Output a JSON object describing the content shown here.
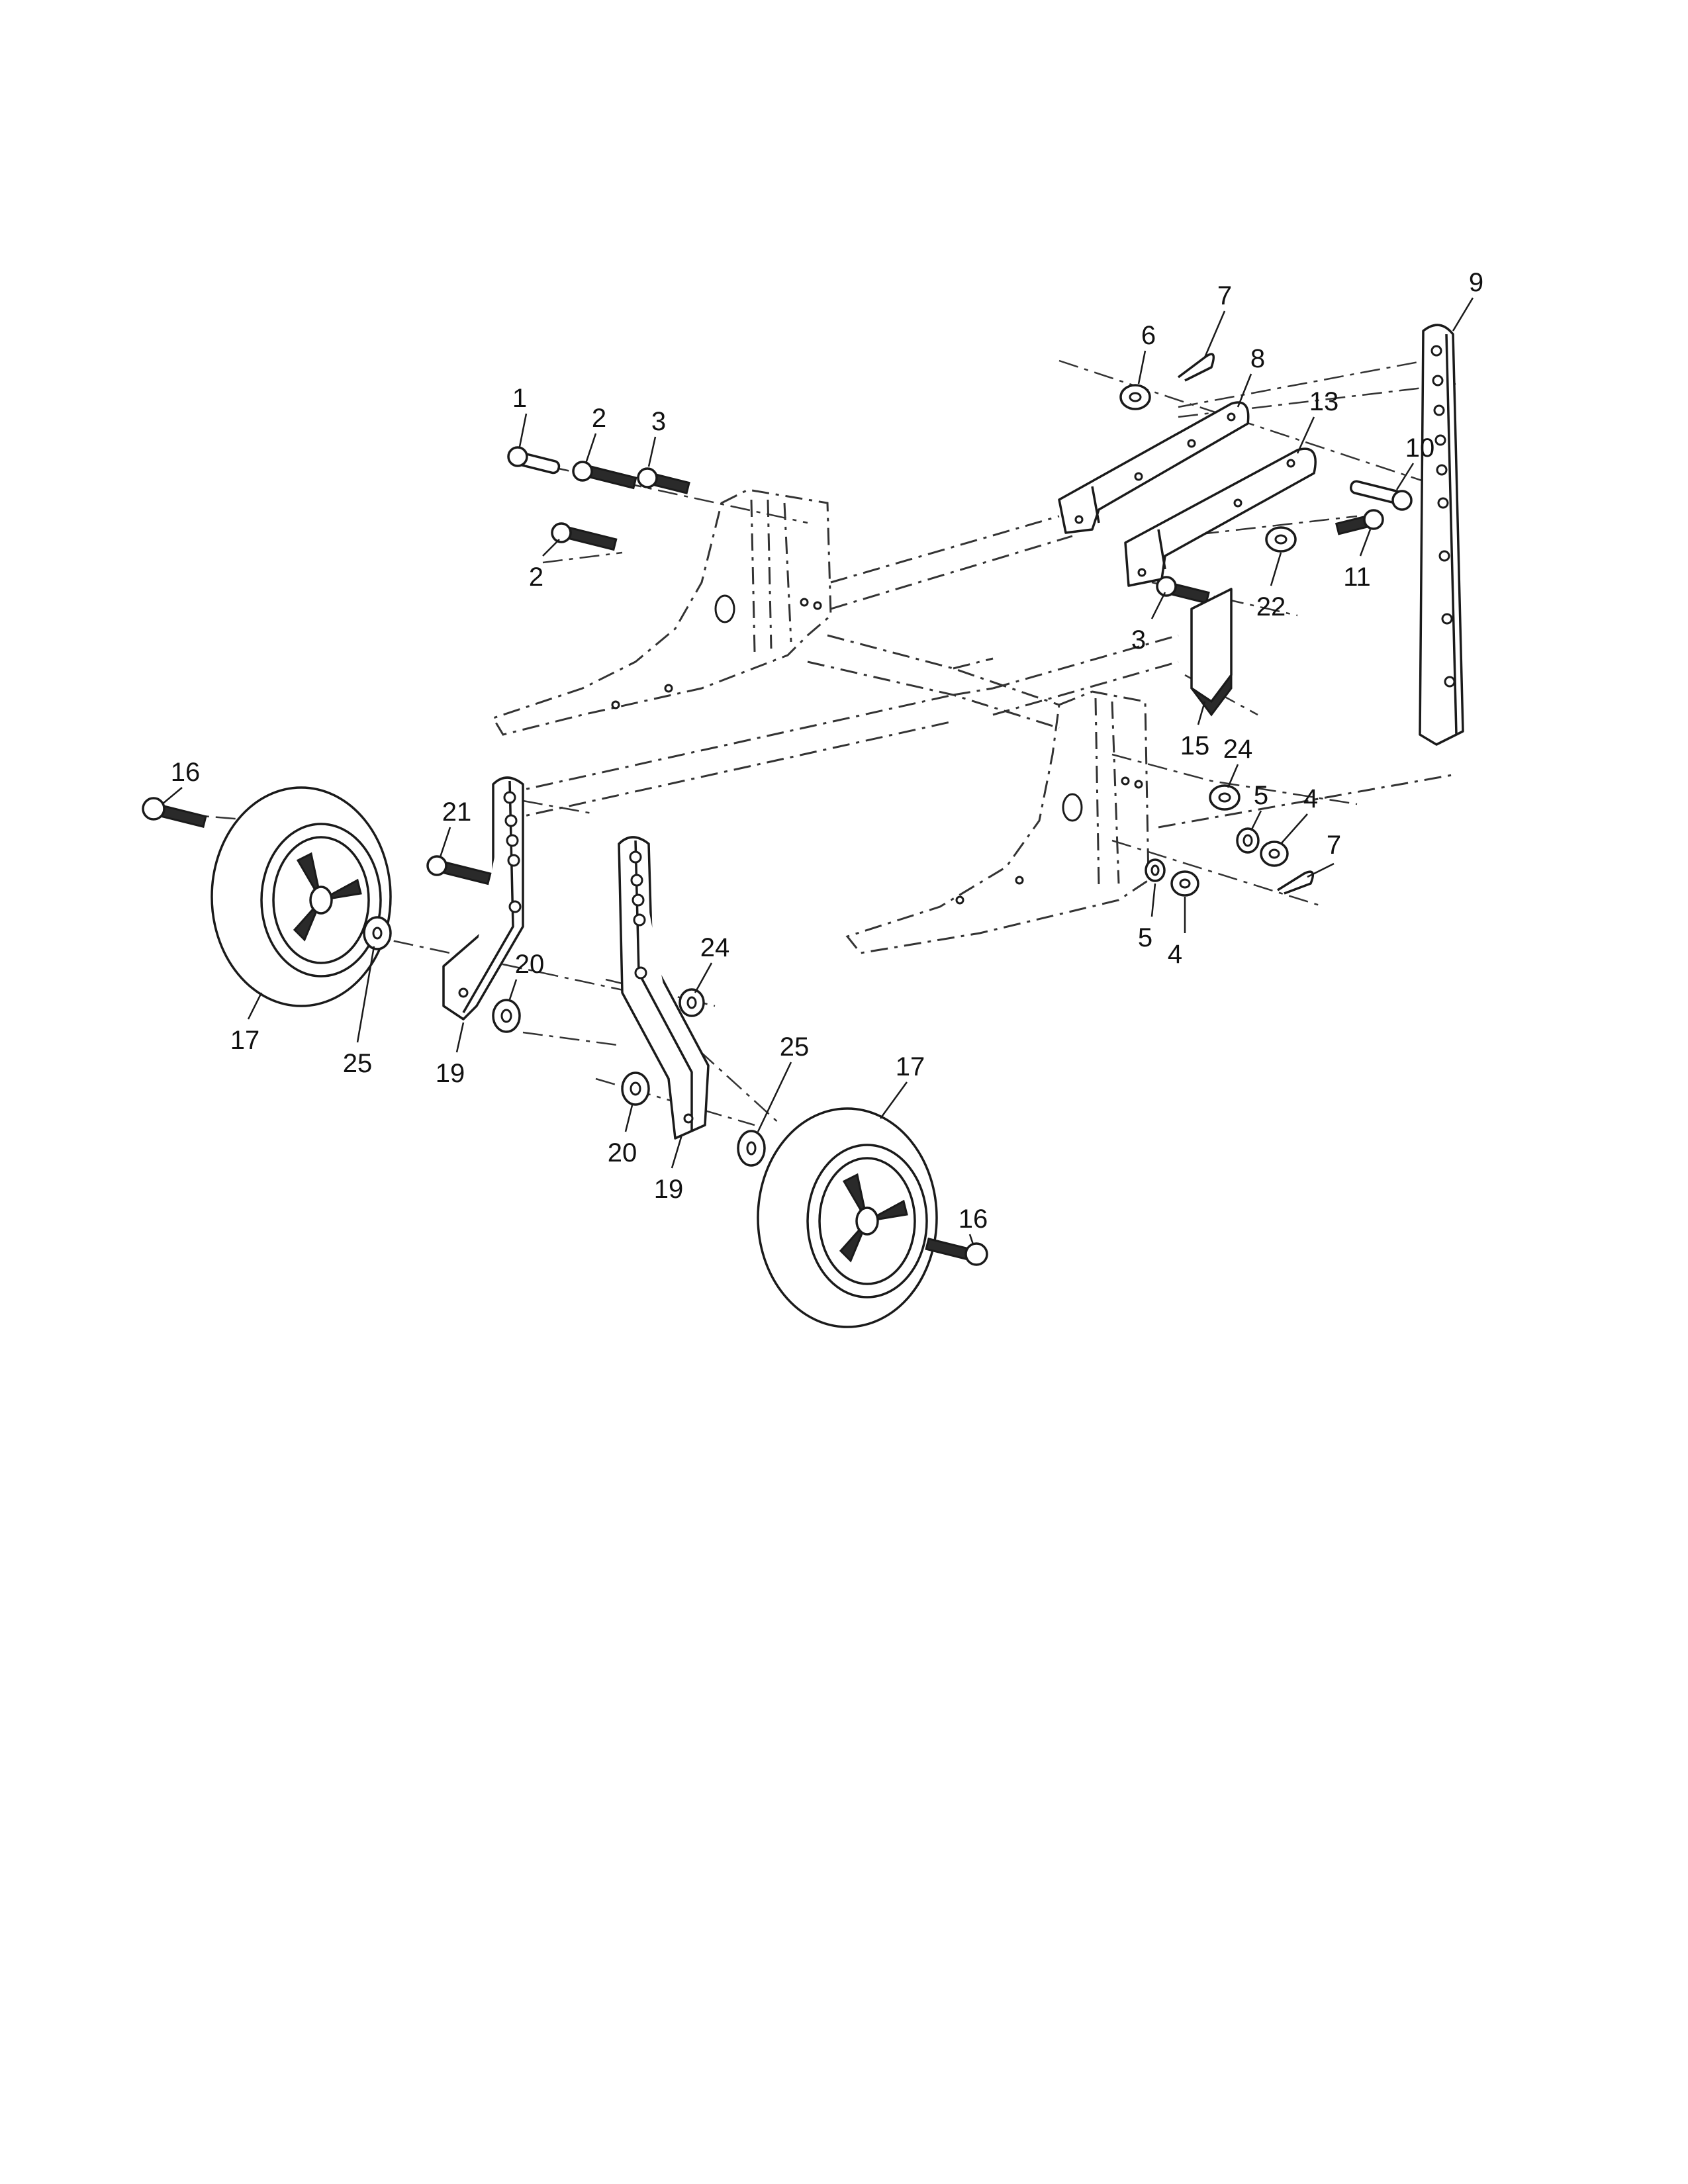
{
  "callouts": [
    {
      "id": "c1",
      "label": "1"
    },
    {
      "id": "c2a",
      "label": "2"
    },
    {
      "id": "c2b",
      "label": "2"
    },
    {
      "id": "c3a",
      "label": "3"
    },
    {
      "id": "c3b",
      "label": "3"
    },
    {
      "id": "c4a",
      "label": "4"
    },
    {
      "id": "c4b",
      "label": "4"
    },
    {
      "id": "c5a",
      "label": "5"
    },
    {
      "id": "c5b",
      "label": "5"
    },
    {
      "id": "c6",
      "label": "6"
    },
    {
      "id": "c7a",
      "label": "7"
    },
    {
      "id": "c7b",
      "label": "7"
    },
    {
      "id": "c8",
      "label": "8"
    },
    {
      "id": "c9",
      "label": "9"
    },
    {
      "id": "c10",
      "label": "10"
    },
    {
      "id": "c11",
      "label": "11"
    },
    {
      "id": "c13",
      "label": "13"
    },
    {
      "id": "c15",
      "label": "15"
    },
    {
      "id": "c16a",
      "label": "16"
    },
    {
      "id": "c16b",
      "label": "16"
    },
    {
      "id": "c17a",
      "label": "17"
    },
    {
      "id": "c17b",
      "label": "17"
    },
    {
      "id": "c19a",
      "label": "19"
    },
    {
      "id": "c19b",
      "label": "19"
    },
    {
      "id": "c20a",
      "label": "20"
    },
    {
      "id": "c20b",
      "label": "20"
    },
    {
      "id": "c21",
      "label": "21"
    },
    {
      "id": "c22",
      "label": "22"
    },
    {
      "id": "c24a",
      "label": "24"
    },
    {
      "id": "c24b",
      "label": "24"
    },
    {
      "id": "c25a",
      "label": "25"
    },
    {
      "id": "c25b",
      "label": "25"
    }
  ]
}
